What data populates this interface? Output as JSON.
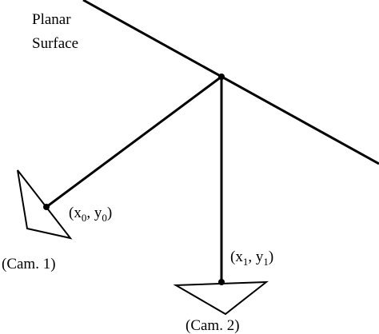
{
  "surface": {
    "label_line1": "Planar",
    "label_line2": "Surface"
  },
  "camera1": {
    "point_label": {
      "x": "x",
      "x_sub": "0",
      "y": "y",
      "y_sub": "0"
    },
    "caption": "(Cam. 1)"
  },
  "camera2": {
    "point_label": {
      "x": "x",
      "x_sub": "1",
      "y": "y",
      "y_sub": "1"
    },
    "caption": "(Cam. 2)"
  }
}
